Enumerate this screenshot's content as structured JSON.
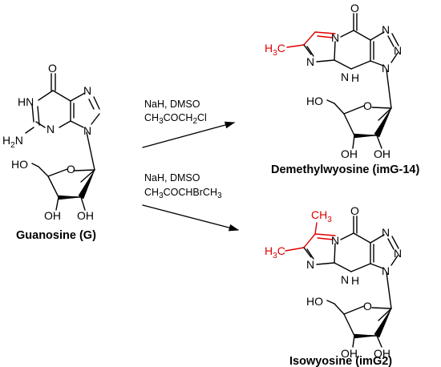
{
  "colors": {
    "bonds": "#000000",
    "added_groups": "#e00000",
    "background": "#ffffff"
  },
  "reaction_1": {
    "line1": "NaH, DMSO",
    "line2": "CH3COCH2Cl"
  },
  "reaction_2": {
    "line1": "NaH, DMSO",
    "line2": "CH3COCHBrCH3"
  },
  "compounds": {
    "starting_material": {
      "name": "Guanosine (G)"
    },
    "product_1": {
      "name": "Demethylwyosine (imG-14)"
    },
    "product_2": {
      "name": "Isowyosine (imG2)"
    }
  }
}
